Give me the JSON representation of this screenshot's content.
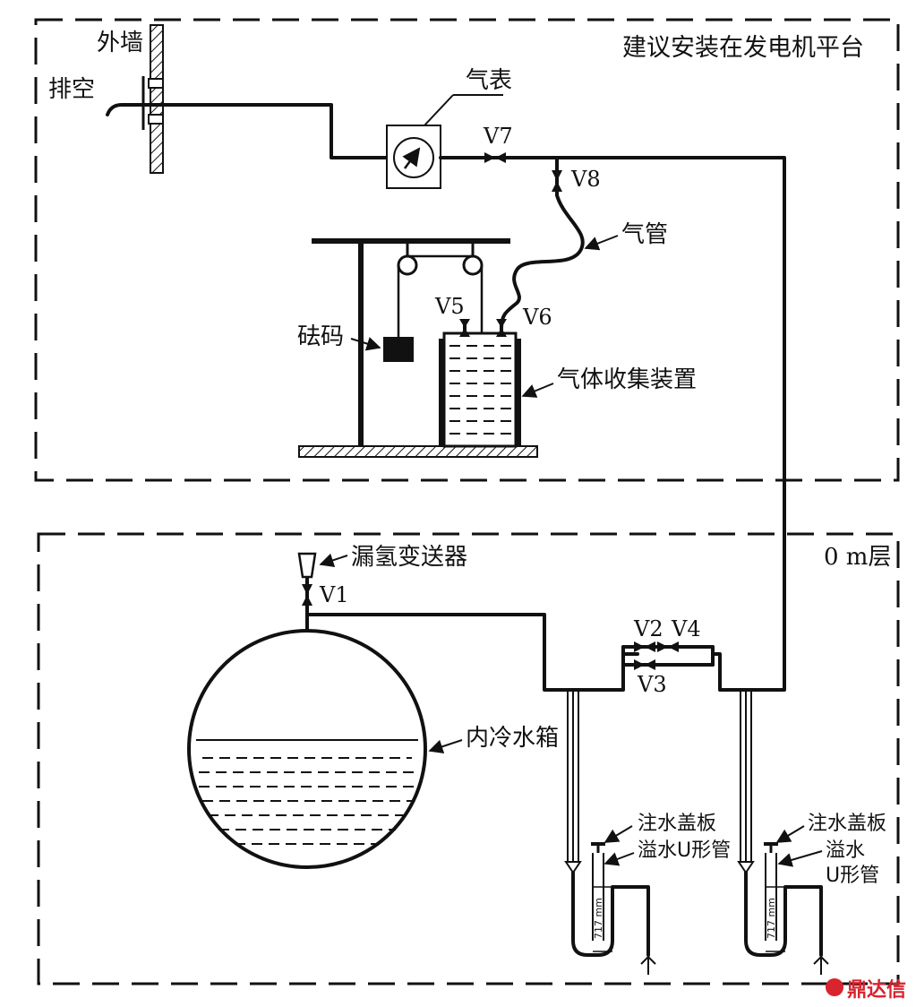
{
  "regions": {
    "upper_title": "建议安装在发电机平台",
    "lower_title": "0 m层"
  },
  "labels": {
    "outer_wall": "外墙",
    "vent": "排空",
    "gas_meter": "气表",
    "gas_pipe": "气管",
    "weight": "砝码",
    "gas_collector": "气体收集装置",
    "leak_transmitter": "漏氢变送器",
    "water_tank": "内冷水箱",
    "cover_left": "注水盖板",
    "u_tube_left": "溢水U形管",
    "cover_right": "注水盖板",
    "u_tube_right_line1": "溢水",
    "u_tube_right_line2": "U形管",
    "height_left": "717 mm",
    "height_right": "717 mm"
  },
  "valves": {
    "v1": "V1",
    "v2": "V2",
    "v3": "V3",
    "v4": "V4",
    "v5": "V5",
    "v6": "V6",
    "v7": "V7",
    "v8": "V8"
  },
  "watermark": {
    "text": "鼎达信",
    "color": "#d9232e"
  }
}
